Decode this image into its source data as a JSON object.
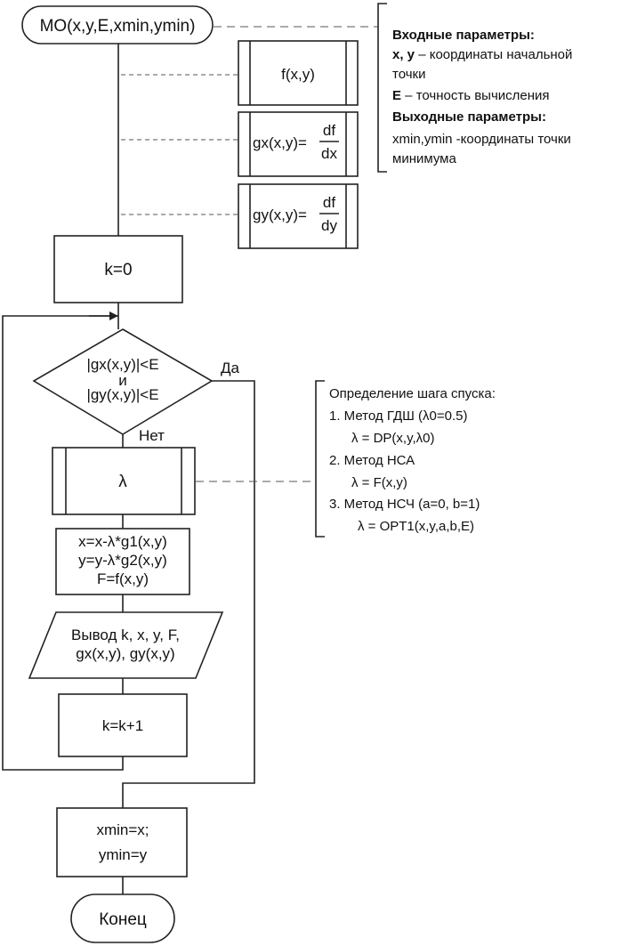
{
  "start": {
    "label": "MO(x,y,E,xmin,ymin)"
  },
  "sub_f": {
    "label": "f(x,y)"
  },
  "sub_gx": {
    "prefix": "gx(x,y)=",
    "num": "df",
    "den": "dx"
  },
  "sub_gy": {
    "prefix": "gy(x,y)=",
    "num": "df",
    "den": "dy"
  },
  "init": {
    "label": "k=0"
  },
  "params": {
    "input_header": "Входные параметры:",
    "xy_bold": "x, y",
    "xy_text": " – координаты начальной",
    "xy_text2": "точки",
    "e_bold": "E",
    "e_text": " – точность вычисления",
    "output_header": "Выходные параметры:",
    "out_text1": "xmin,ymin -координаты точки",
    "out_text2": "минимума"
  },
  "decision": {
    "line1": "|gx(x,y)|<E",
    "line2": "и",
    "line3": "|gy(x,y)|<E",
    "yes": "Да",
    "no": "Нет"
  },
  "lambda": {
    "label": "λ"
  },
  "step_note": {
    "title": "Определение шага спуска:",
    "l1": "1. Метод ГДШ  (λ0=0.5)",
    "l2": "λ = DP(x,y,λ0)",
    "l3": "2. Метод  НСА",
    "l4": "λ = F(x,y)",
    "l5": "3. Метод НСЧ (a=0, b=1)",
    "l6": "λ = OPT1(x,y,a,b,E)"
  },
  "update": {
    "l1": "x=x-λ*g1(x,y)",
    "l2": "y=y-λ*g2(x,y)",
    "l3": "F=f(x,y)"
  },
  "output": {
    "l1": "Вывод k, x, y, F,",
    "l2": "gx(x,y), gy(x,y)"
  },
  "incr": {
    "label": "k=k+1"
  },
  "result": {
    "l1": "xmin=x;",
    "l2": "ymin=y"
  },
  "end": {
    "label": "Конец"
  }
}
